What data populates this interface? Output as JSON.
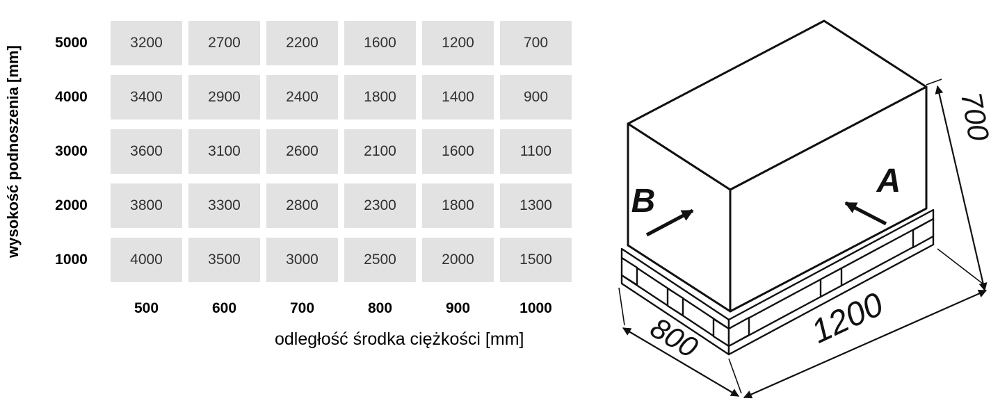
{
  "table": {
    "y_axis_label": "wysokość podnoszenia [mm]",
    "x_axis_label": "odległość środka ciężkości [mm]",
    "row_labels": [
      "5000",
      "4000",
      "3000",
      "2000",
      "1000"
    ],
    "col_labels": [
      "500",
      "600",
      "700",
      "800",
      "900",
      "1000"
    ],
    "rows": [
      [
        "3200",
        "2700",
        "2200",
        "1600",
        "1200",
        "700"
      ],
      [
        "3400",
        "2900",
        "2400",
        "1800",
        "1400",
        "900"
      ],
      [
        "3600",
        "3100",
        "2600",
        "2100",
        "1600",
        "1100"
      ],
      [
        "3800",
        "3300",
        "2800",
        "2300",
        "1800",
        "1300"
      ],
      [
        "4000",
        "3500",
        "3000",
        "2500",
        "2000",
        "1500"
      ]
    ]
  },
  "diagram": {
    "height": "700",
    "width": "800",
    "length": "1200",
    "arrow_a": "A",
    "arrow_b": "B"
  },
  "colors": {
    "cell_bg": "#e2e2e2",
    "line": "#111111",
    "cell_text": "#303030"
  },
  "chart_data": {
    "type": "table",
    "title": "",
    "xlabel": "odległość środka ciężkości [mm]",
    "ylabel": "wysokość podnoszenia [mm]",
    "x": [
      500,
      600,
      700,
      800,
      900,
      1000
    ],
    "y": [
      5000,
      4000,
      3000,
      2000,
      1000
    ],
    "values": [
      [
        3200,
        2700,
        2200,
        1600,
        1200,
        700
      ],
      [
        3400,
        2900,
        2400,
        1800,
        1400,
        900
      ],
      [
        3600,
        3100,
        2600,
        2100,
        1600,
        1100
      ],
      [
        3800,
        3300,
        2800,
        2300,
        1800,
        1300
      ],
      [
        4000,
        3500,
        3000,
        2500,
        2000,
        1500
      ]
    ],
    "grid": false,
    "legend": null,
    "notes": "pallet drawing dimensions: height 700 mm, width 800 mm, length 1200 mm, load directions A and B"
  }
}
